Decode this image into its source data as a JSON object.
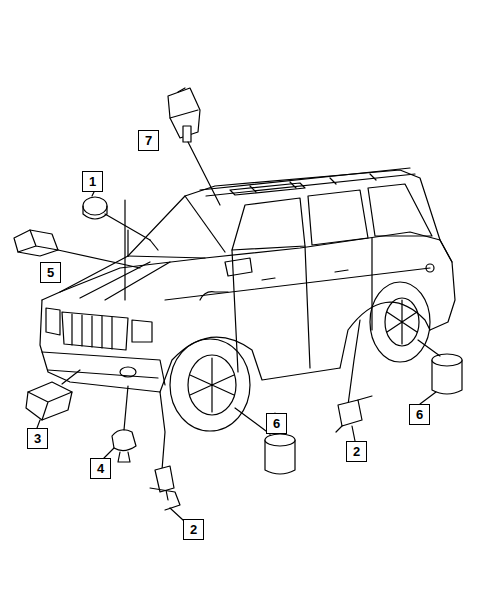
{
  "diagram": {
    "nodes": [
      {
        "text": [
          "7"
        ]
      },
      {
        "text": [
          "1"
        ]
      },
      {
        "text": [
          "5"
        ]
      },
      {
        "text": [
          "3"
        ]
      },
      {
        "text": [
          "6"
        ]
      },
      {
        "text": [
          "6"
        ]
      },
      {
        "text": [
          "4"
        ]
      },
      {
        "text": [
          "2"
        ]
      },
      {
        "text": [
          "2"
        ]
      }
    ]
  }
}
